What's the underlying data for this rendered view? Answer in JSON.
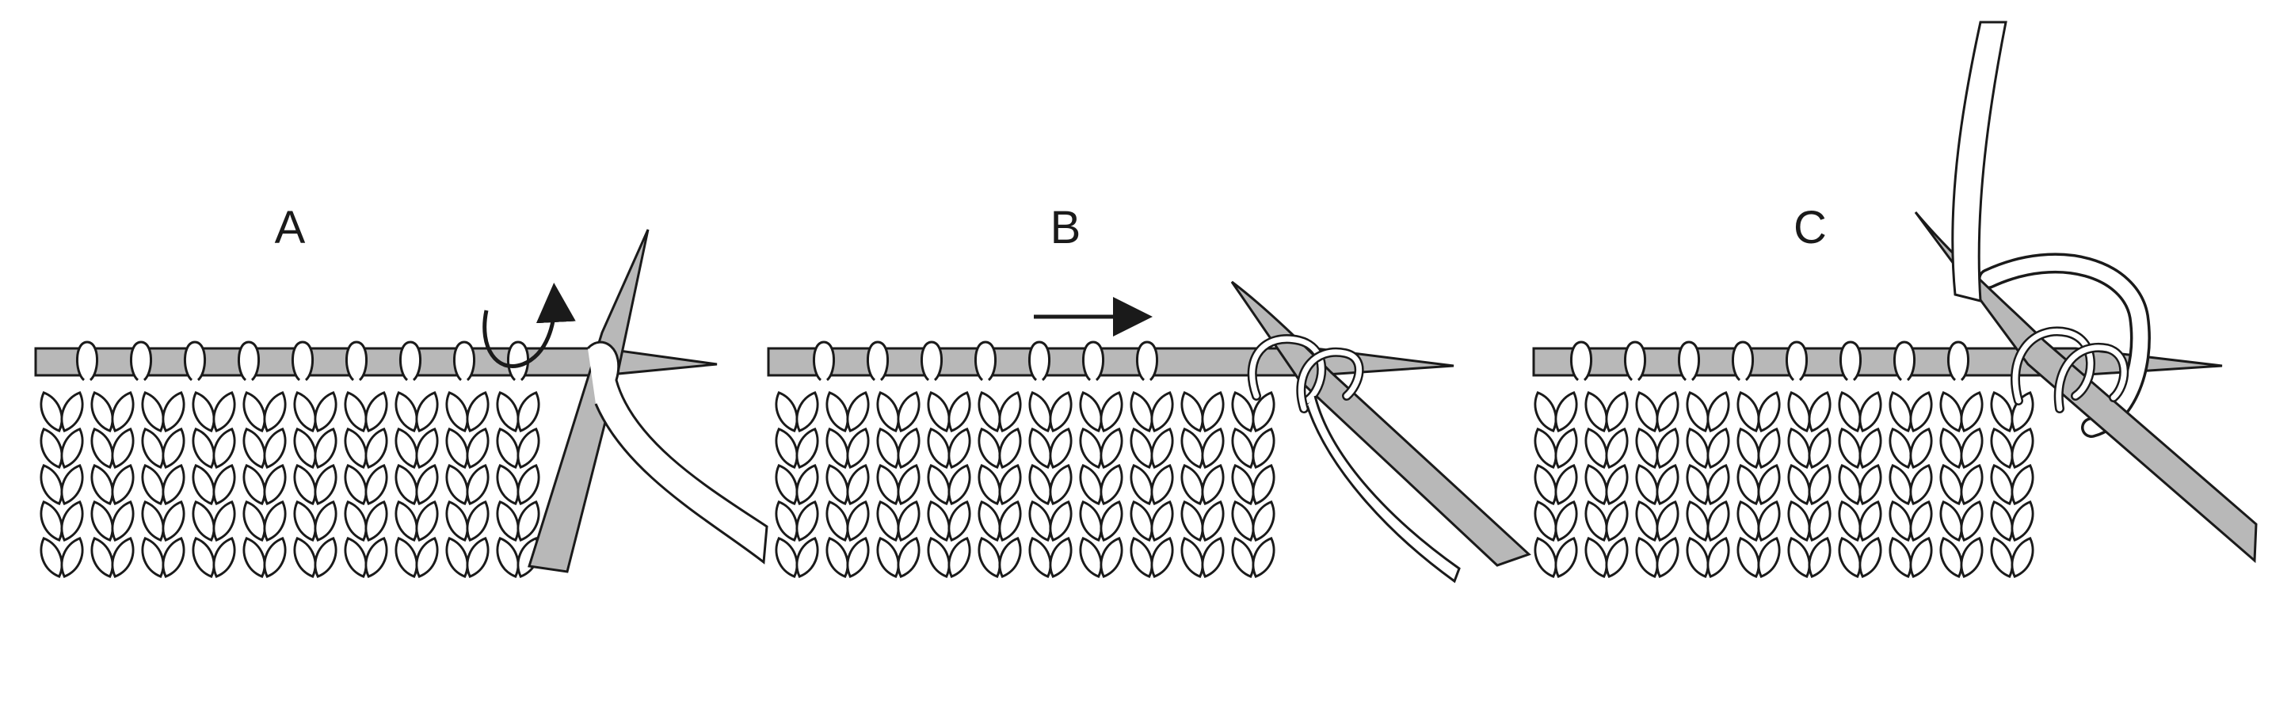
{
  "colors": {
    "outline": "#1a1a1a",
    "needle": "#b8b8b8",
    "yarn": "#ffffff",
    "background": "#ffffff"
  },
  "panels": [
    {
      "id": "a",
      "label": "A",
      "stitches_on_needle": 9,
      "knitted_rows": 5,
      "arrow": "curved-up"
    },
    {
      "id": "b",
      "label": "B",
      "stitches_on_needle": 7,
      "knitted_rows": 5,
      "arrow": "right"
    },
    {
      "id": "c",
      "label": "C",
      "stitches_on_needle": 8,
      "knitted_rows": 5,
      "arrow": "none"
    }
  ]
}
